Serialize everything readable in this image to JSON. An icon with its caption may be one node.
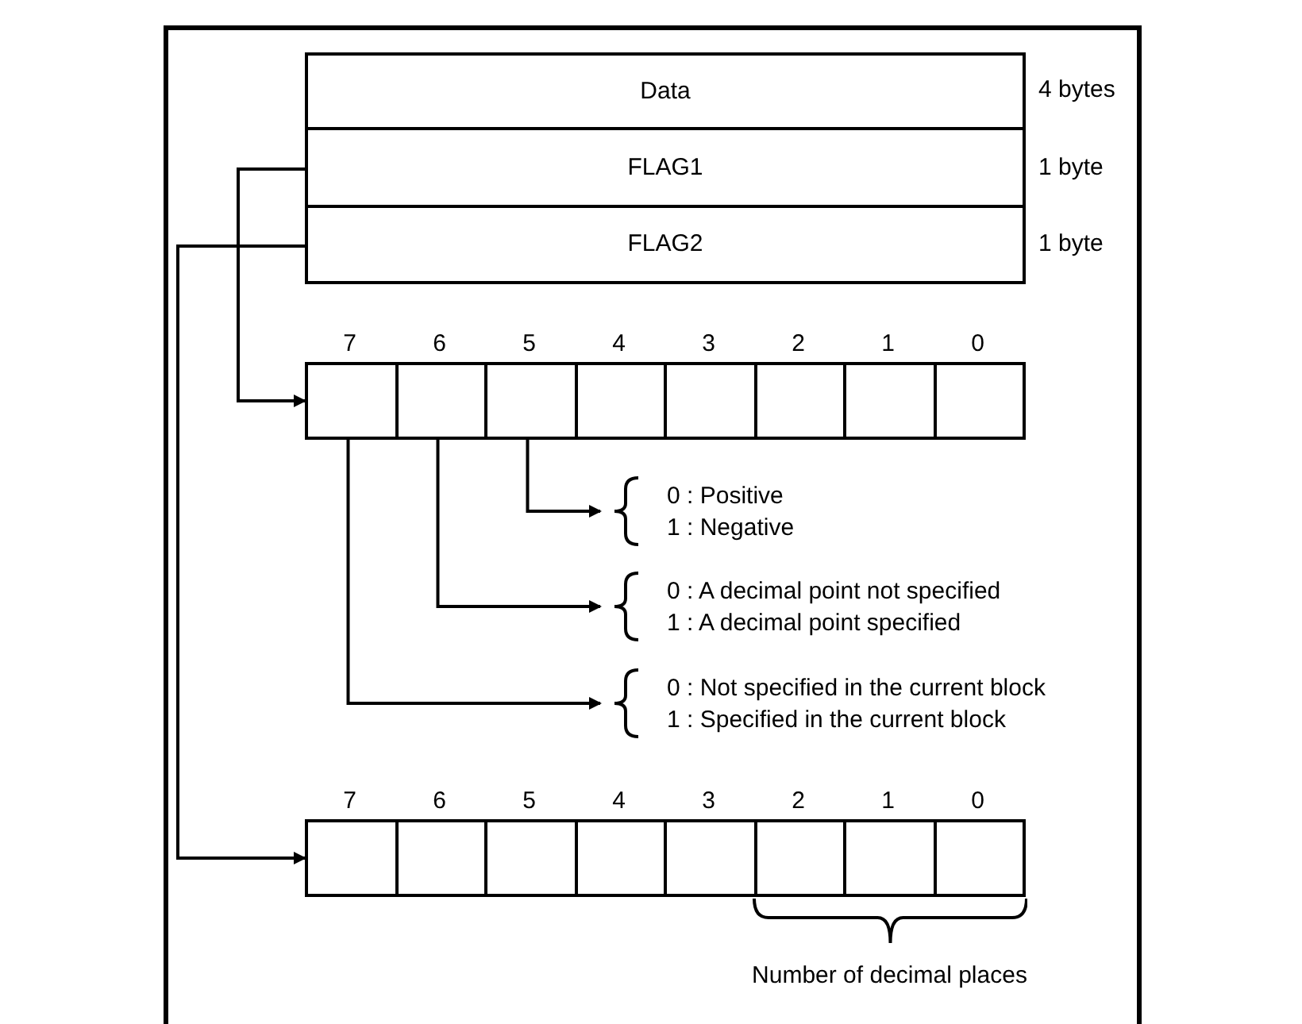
{
  "diagram": {
    "nodes": [
      {
        "text": [
          "Data"
        ],
        "beside": [
          "4 bytes"
        ]
      },
      {
        "text": [
          "FLAG1"
        ],
        "beside": [
          "1 byte"
        ]
      },
      {
        "text": [
          "FLAG2"
        ],
        "beside": [
          "1 byte"
        ]
      },
      {
        "text": [],
        "shape": "box"
      },
      {
        "text": [],
        "shape": "box",
        "in": 3,
        "beside": [
          "7"
        ]
      },
      {
        "text": [],
        "shape": "box",
        "in": 3,
        "beside": [
          "6"
        ]
      },
      {
        "text": [],
        "shape": "box",
        "in": 3,
        "beside": [
          "5"
        ]
      },
      {
        "text": [],
        "shape": "box",
        "in": 3,
        "beside": [
          "4"
        ]
      },
      {
        "text": [],
        "shape": "box",
        "in": 3,
        "beside": [
          "3"
        ]
      },
      {
        "text": [],
        "shape": "box",
        "in": 3,
        "beside": [
          "2"
        ]
      },
      {
        "text": [],
        "shape": "box",
        "in": 3,
        "beside": [
          "1"
        ]
      },
      {
        "text": [],
        "shape": "box",
        "in": 3,
        "beside": [
          "0"
        ]
      },
      {
        "text": [
          "0 : Positive",
          "1 : Negative"
        ]
      },
      {
        "text": [
          "0 : A decimal point not specified",
          "1 : A decimal point specified"
        ]
      },
      {
        "text": [
          "0 : Not specified in the current block",
          "1 : Specified in the current block"
        ]
      },
      {
        "text": [],
        "shape": "box"
      },
      {
        "text": [],
        "shape": "box",
        "in": 15,
        "beside": [
          "7"
        ]
      },
      {
        "text": [],
        "shape": "box",
        "in": 15,
        "beside": [
          "6"
        ]
      },
      {
        "text": [],
        "shape": "box",
        "in": 15,
        "beside": [
          "5"
        ]
      },
      {
        "text": [],
        "shape": "box",
        "in": 15,
        "beside": [
          "4"
        ]
      },
      {
        "text": [],
        "shape": "box",
        "in": 15,
        "beside": [
          "3"
        ]
      },
      {
        "text": [],
        "shape": "box",
        "in": 15,
        "beside": [
          "2"
        ]
      },
      {
        "text": [],
        "shape": "box",
        "in": 15,
        "beside": [
          "1"
        ]
      },
      {
        "text": [],
        "shape": "box",
        "in": 15,
        "beside": [
          "0"
        ]
      }
    ],
    "edges": [
      {
        "from": 1,
        "to": 3,
        "arrow": "to"
      },
      {
        "from": 2,
        "to": 15,
        "arrow": "to"
      },
      {
        "from": 6,
        "to": 12,
        "arrow": "to"
      },
      {
        "from": 5,
        "to": 13,
        "arrow": "to"
      },
      {
        "from": 4,
        "to": 14,
        "arrow": "to"
      }
    ],
    "labels": [
      "Number of decimal places"
    ]
  }
}
